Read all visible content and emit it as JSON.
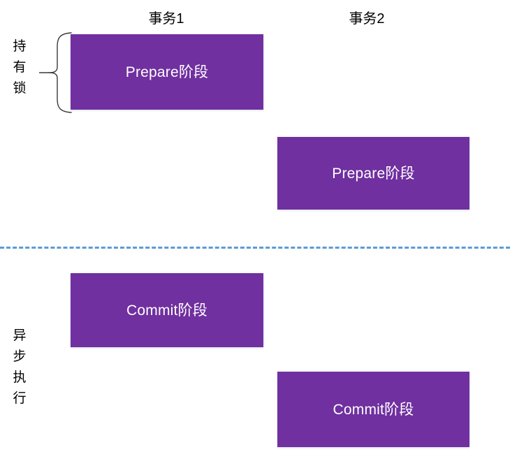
{
  "diagram": {
    "title_columns": [
      {
        "id": "tx1",
        "label": "事务1"
      },
      {
        "id": "tx2",
        "label": "事务2"
      }
    ],
    "phases": [
      {
        "id": "tx1-prepare",
        "column": "事务1",
        "label": "Prepare阶段",
        "stage": "prepare"
      },
      {
        "id": "tx2-prepare",
        "column": "事务2",
        "label": "Prepare阶段",
        "stage": "prepare"
      },
      {
        "id": "tx1-commit",
        "column": "事务1",
        "label": "Commit阶段",
        "stage": "commit"
      },
      {
        "id": "tx2-commit",
        "column": "事务2",
        "label": "Commit阶段",
        "stage": "commit"
      }
    ],
    "annotations": [
      {
        "id": "hold-lock",
        "label": "持有锁",
        "chars": [
          "持",
          "有",
          "锁"
        ],
        "brace": "left-curly-brace"
      },
      {
        "id": "async-exec",
        "label": "异步执行",
        "chars": [
          "异",
          "步",
          "执",
          "行"
        ],
        "brace": null
      }
    ],
    "divider": {
      "id": "phase-divider",
      "style": "dashed",
      "color": "#5B9BD5"
    },
    "colors": {
      "box_fill": "#7030A0",
      "box_text": "#FFFFFF",
      "divider": "#5B9BD5",
      "annotation_text": "#000000",
      "brace_stroke": "#3B3838",
      "background": "#FFFFFF"
    }
  }
}
